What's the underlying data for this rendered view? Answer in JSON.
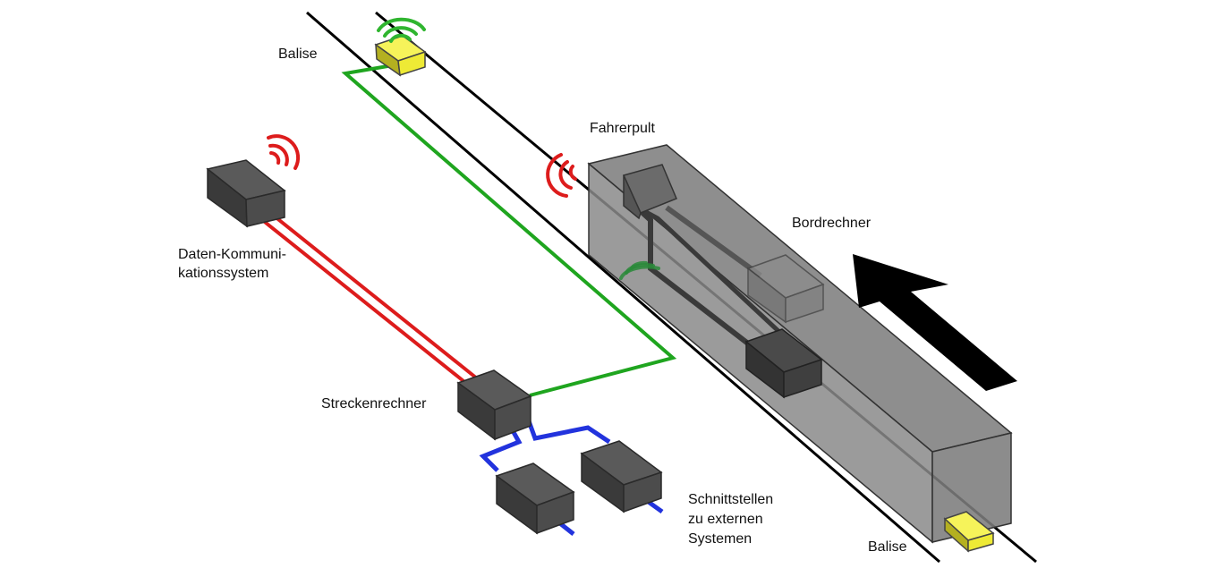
{
  "labels": {
    "balise_top": "Balise",
    "balise_bottom": "Balise",
    "fahrerpult": "Fahrerpult",
    "bordrechner": "Bordrechner",
    "dks_line1": "Daten-Kommuni-",
    "dks_line2": "kationssystem",
    "streckenrechner": "Streckenrechner",
    "ext_line1": "Schnittstellen",
    "ext_line2": "zu externen",
    "ext_line3": "Systemen"
  },
  "colors": {
    "rail": "#000000",
    "radio_link": "#dd1c1c",
    "balise_link": "#1fa51f",
    "external_link": "#2233dd",
    "box_dark": "#4a4a4a",
    "balise": "#f2ef3a",
    "train_body": "#8a8a8a",
    "arrow": "#000000"
  },
  "icons": {
    "radio_signal": "radio-waves-icon",
    "balise_signal": "balise-waves-icon",
    "direction": "direction-arrow-icon"
  }
}
